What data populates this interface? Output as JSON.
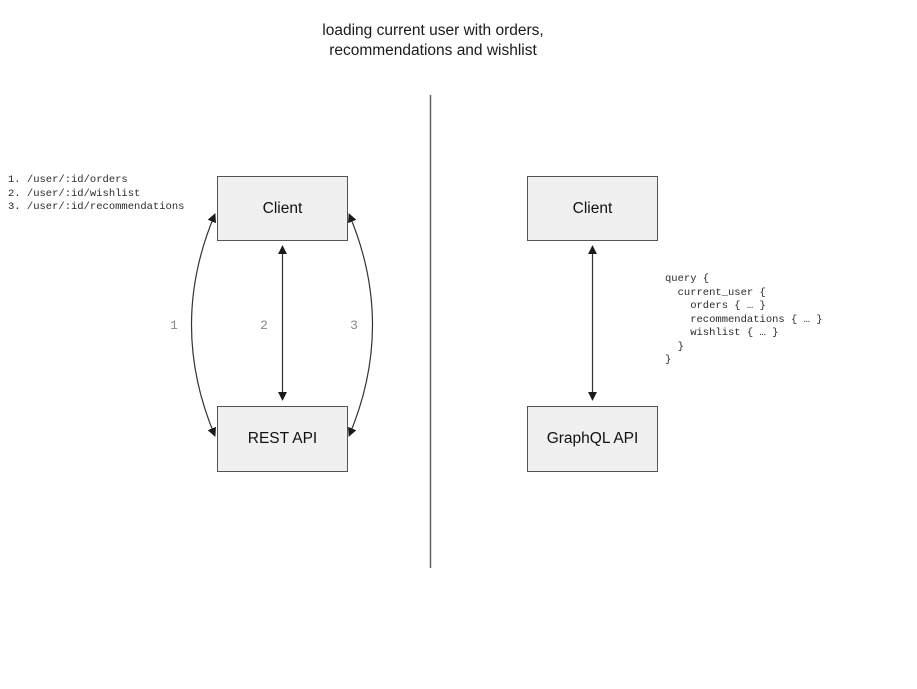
{
  "title": {
    "lines": [
      "loading current user with orders,",
      "recommendations and wishlist"
    ]
  },
  "left_panel": {
    "endpoints": [
      "1. /user/:id/orders",
      "2. /user/:id/wishlist",
      "3. /user/:id/recommendations"
    ],
    "client_label": "Client",
    "api_label": "REST API",
    "arrow_labels": [
      "1",
      "2",
      "3"
    ]
  },
  "right_panel": {
    "client_label": "Client",
    "api_label": "GraphQL API",
    "query_lines": [
      "query {",
      "  current_user {",
      "    orders { … }",
      "    recommendations { … }",
      "    wishlist { … }",
      "  }",
      "}"
    ]
  },
  "colors": {
    "background": "#ffffff",
    "box_fill": "#f0f0f0",
    "box_border": "#555555",
    "arrow": "#333333",
    "divider": "#666666",
    "arrow_label_text": "#8a8a8a",
    "code_text": "#2b2b2b",
    "title_text": "#1a1a1a"
  }
}
